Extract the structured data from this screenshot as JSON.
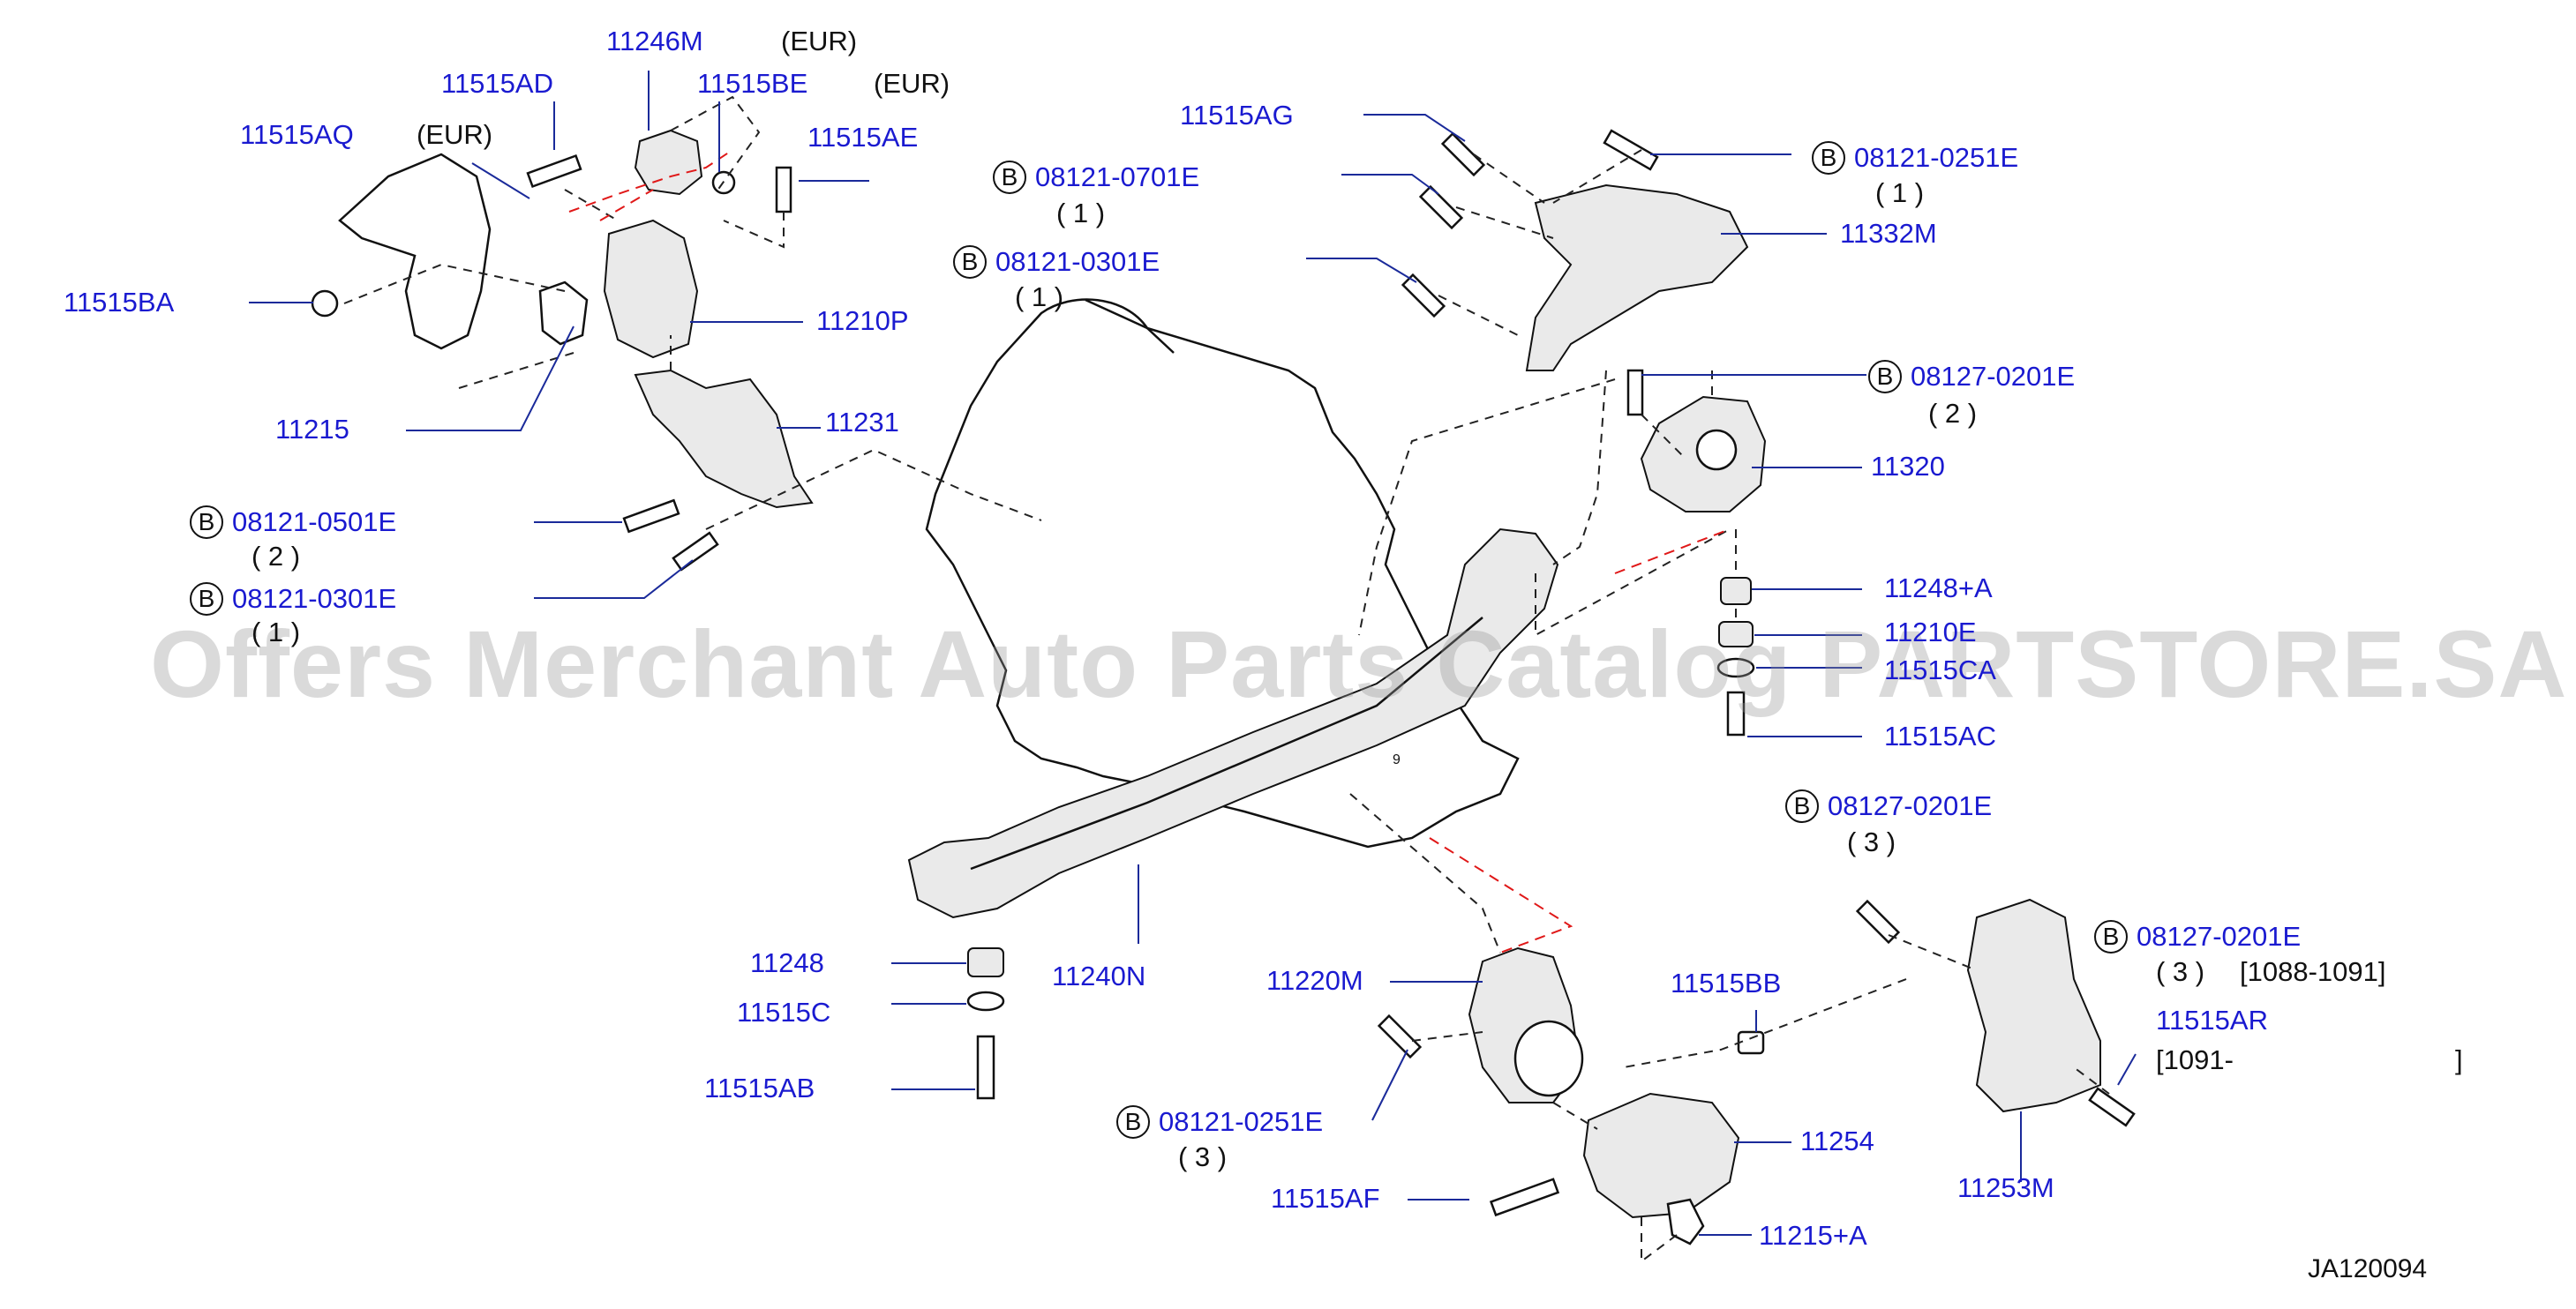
{
  "watermark": "Offers Merchant Auto Parts Catalog PARTSTORE.SA",
  "diagram_id": "JA120094",
  "parts": {
    "p11246M": "11246M",
    "p11246M_note": "(EUR)",
    "p11515AD": "11515AD",
    "p11515BE": "11515BE",
    "p11515BE_note": "(EUR)",
    "p11515AQ": "11515AQ",
    "p11515AQ_note": "(EUR)",
    "p11515AE": "11515AE",
    "p11515BA": "11515BA",
    "p11210P": "11210P",
    "p11215": "11215",
    "p11231": "11231",
    "p11515AG": "11515AG",
    "p11332M": "11332M",
    "p11320": "11320",
    "p11248A": "11248+A",
    "p11210E": "11210E",
    "p11515CA": "11515CA",
    "p11515AC": "11515AC",
    "p11248": "11248",
    "p11515C": "11515C",
    "p11515AB": "11515AB",
    "p11240N": "11240N",
    "p11220M": "11220M",
    "p11515BB": "11515BB",
    "p11254": "11254",
    "p11515AF": "11515AF",
    "p11215A": "11215+A",
    "p11253M": "11253M",
    "p11515AR": "11515AR"
  },
  "codes": {
    "badge": "B",
    "c1": {
      "code": "08121-0701E",
      "qty": "( 1 )"
    },
    "c2": {
      "code": "08121-0301E",
      "qty": "( 1 )"
    },
    "c3": {
      "code": "08121-0251E",
      "qty": "( 1 )"
    },
    "c4": {
      "code": "08127-0201E",
      "qty": "( 2 )"
    },
    "c5": {
      "code": "08121-0501E",
      "qty": "( 2 )"
    },
    "c6": {
      "code": "08121-0301E",
      "qty": "( 1 )"
    },
    "c7": {
      "code": "08127-0201E",
      "qty": "( 3 )"
    },
    "c8": {
      "code": "08127-0201E",
      "qty": "( 3 )",
      "range": "[1088-1091]"
    },
    "c9": {
      "code": "08121-0251E",
      "qty": "( 3 )"
    }
  },
  "ar_range": "[1091-",
  "ar_range_end": "]",
  "marker_9": "9"
}
